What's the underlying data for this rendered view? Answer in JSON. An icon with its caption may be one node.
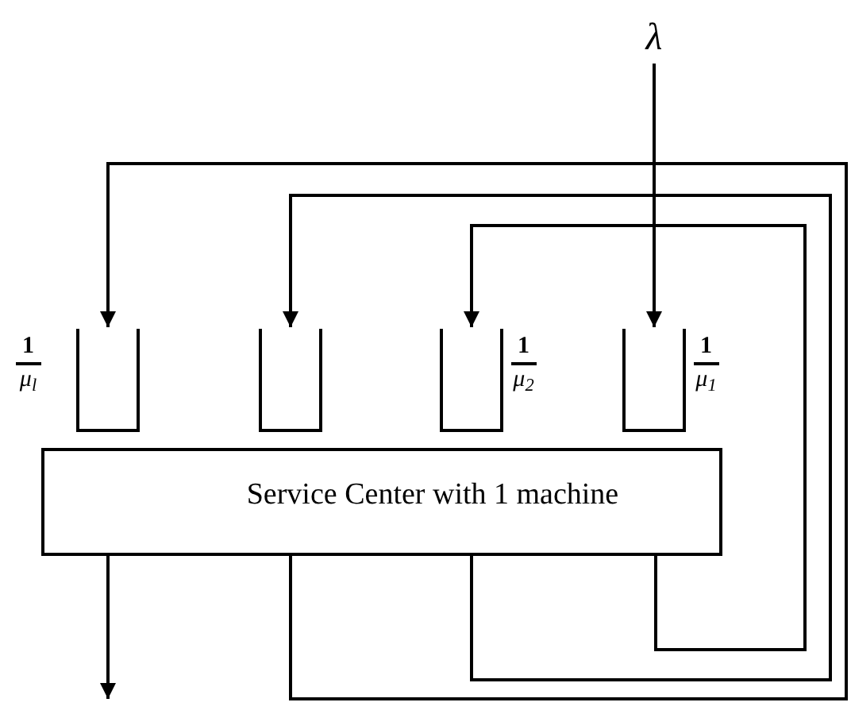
{
  "diagram": {
    "nodes": [
      {
        "text": [
          "λ"
        ]
      },
      {
        "text": [],
        "shape": "box",
        "beside": [
          "1",
          "μ$_{l}$"
        ]
      },
      {
        "text": [],
        "shape": "box"
      },
      {
        "text": [],
        "shape": "box",
        "beside": [
          "1",
          "μ$_{2}$"
        ]
      },
      {
        "text": [],
        "shape": "box",
        "beside": [
          "1",
          "μ$_{1}$"
        ]
      },
      {
        "text": [
          "Service Center with 1 machine"
        ]
      }
    ],
    "edges": [
      {
        "from": 0,
        "to": 4,
        "arrow": "to"
      },
      {
        "from": 5,
        "to": 1,
        "arrow": "to"
      },
      {
        "from": 5,
        "to": 2,
        "arrow": "to"
      },
      {
        "from": 5,
        "to": 3,
        "arrow": "to"
      },
      {
        "from": 5,
        "to": null,
        "arrow": "to"
      }
    ]
  }
}
